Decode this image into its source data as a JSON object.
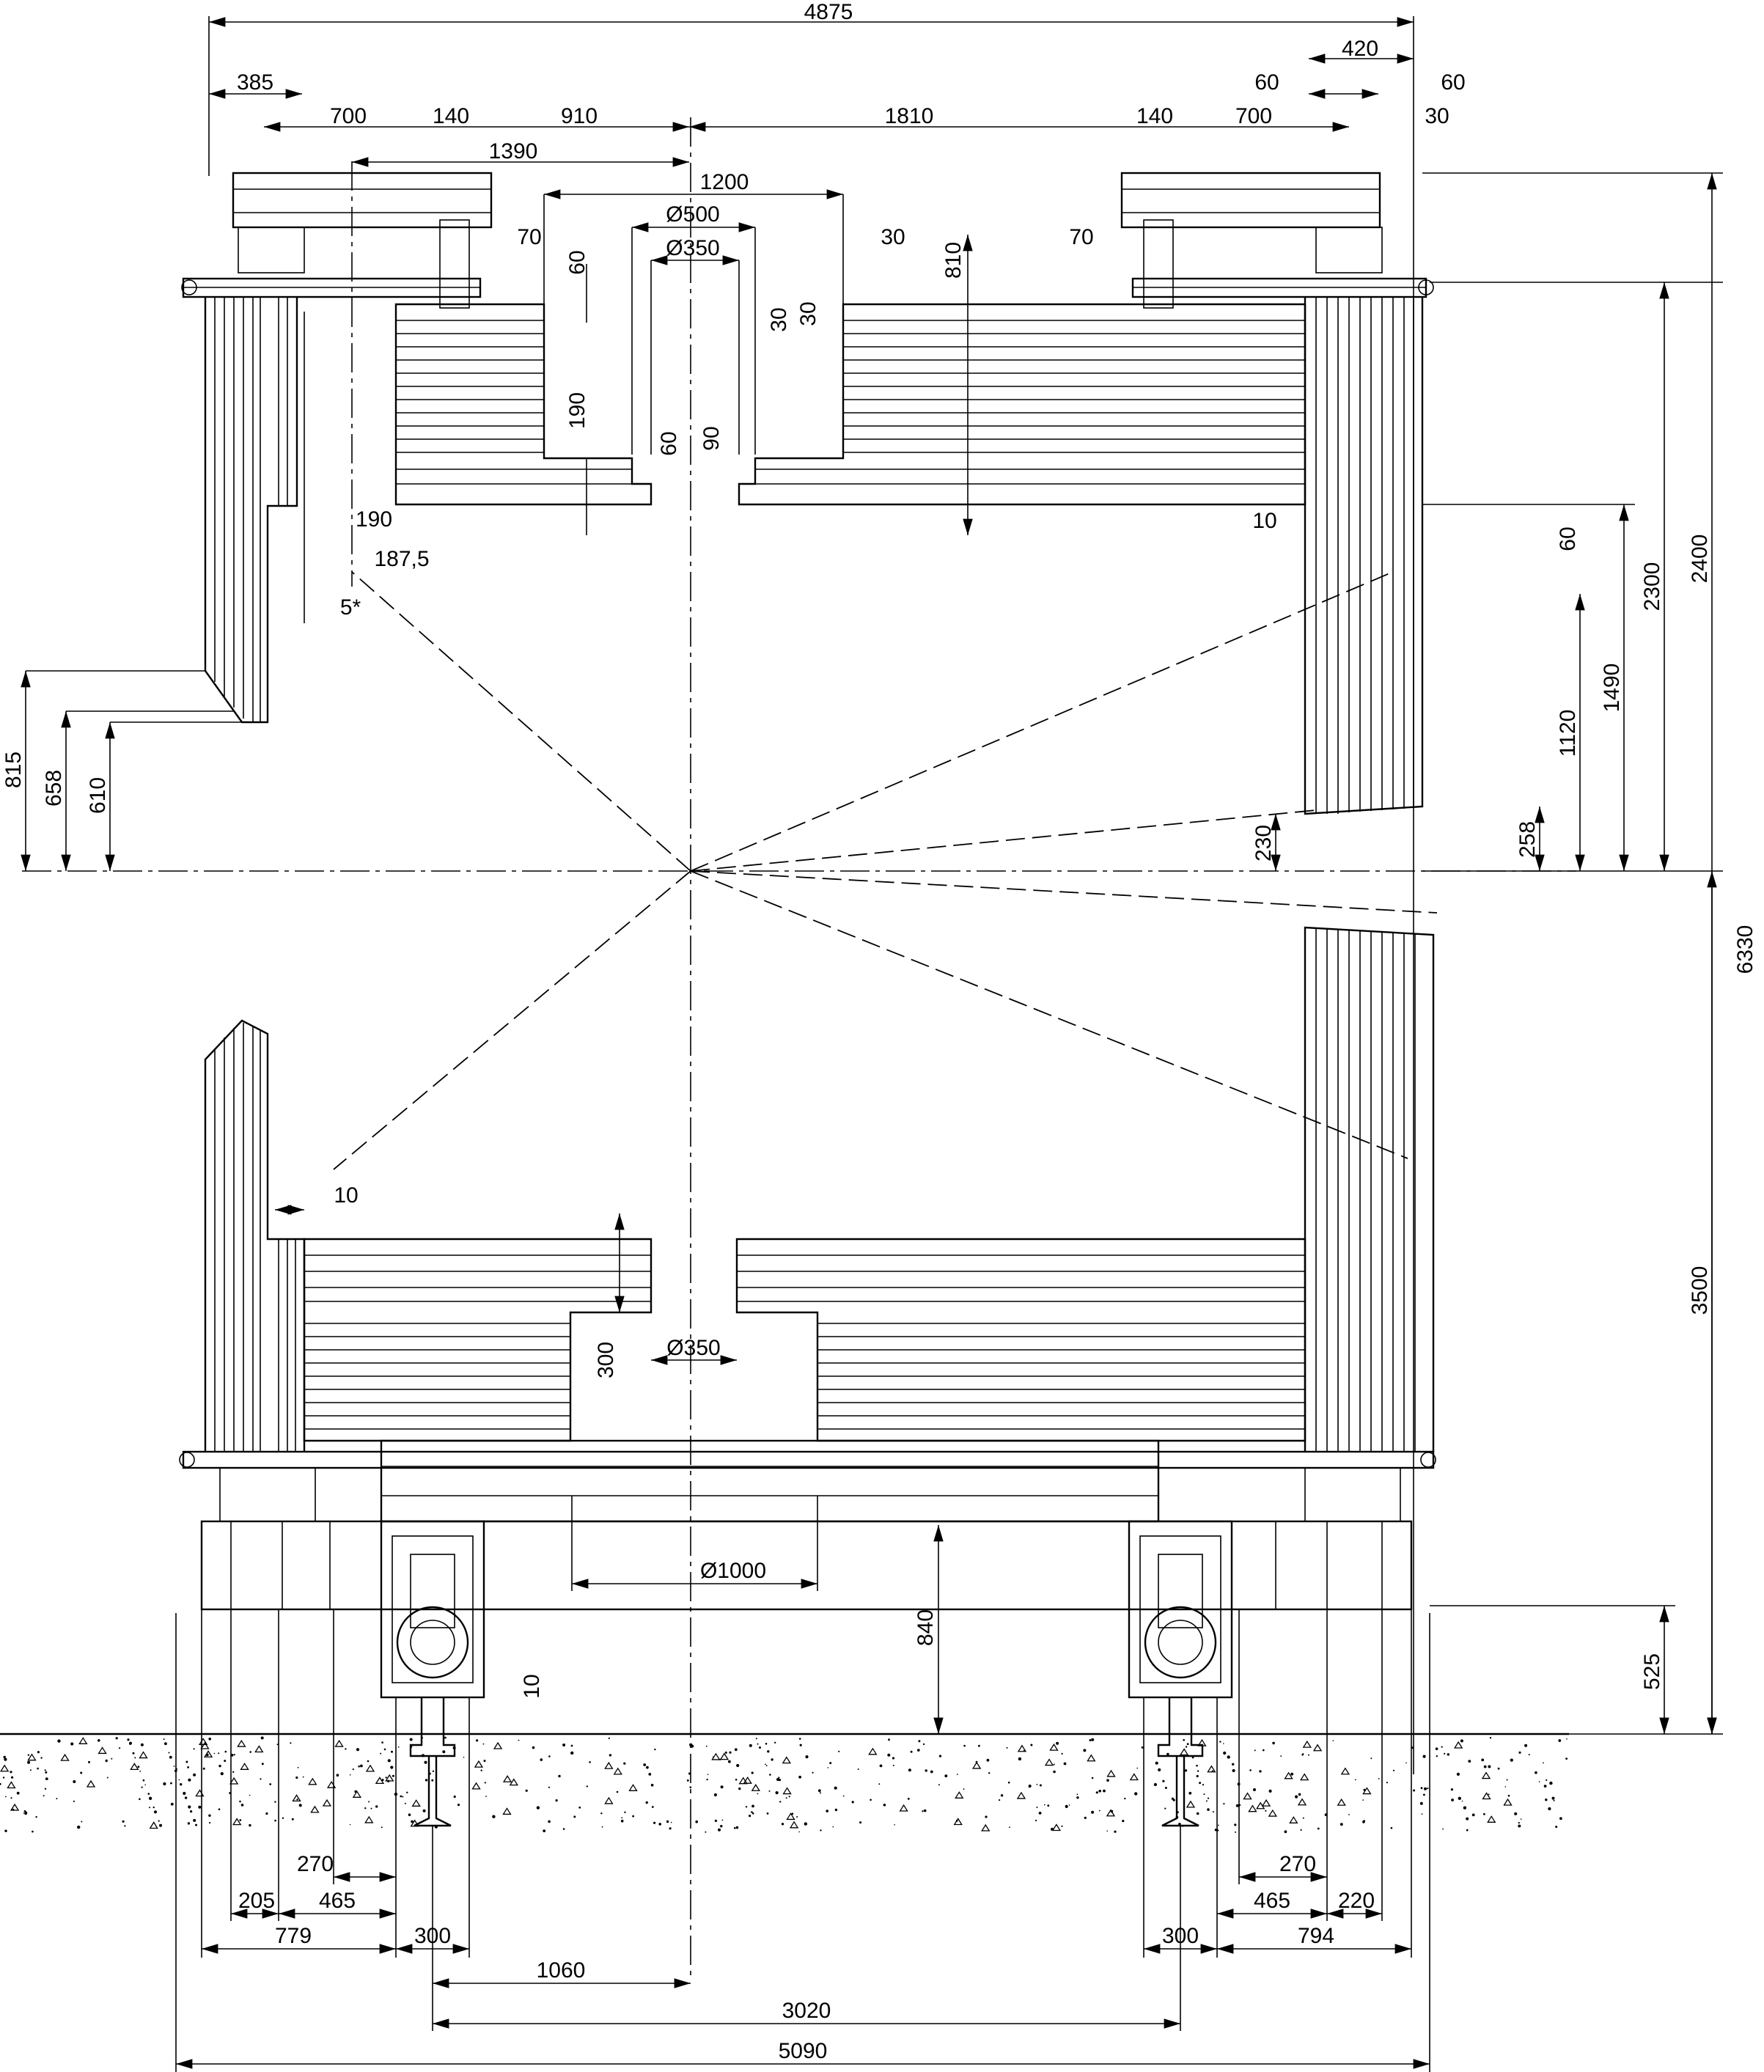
{
  "drawing": {
    "dimensions_top": [
      "4875",
      "385",
      "700",
      "140",
      "910",
      "1810",
      "140",
      "700",
      "420",
      "60",
      "60",
      "30",
      "1390",
      "1200",
      "Ø500",
      "Ø350",
      "70",
      "30",
      "70",
      "60",
      "190",
      "60",
      "90",
      "30",
      "30",
      "810"
    ],
    "dimensions_left": [
      "190",
      "187,5",
      "5*",
      "815",
      "658",
      "610",
      "10",
      "300",
      "Ø350"
    ],
    "dimensions_right": [
      "10",
      "60",
      "1120",
      "1490",
      "2300",
      "2400",
      "6330",
      "230",
      "258",
      "3500",
      "525",
      "840",
      "Ø1000",
      "10"
    ],
    "dimensions_bottom": [
      "270",
      "205",
      "465",
      "779",
      "300",
      "1060",
      "3020",
      "5090",
      "270",
      "465",
      "220",
      "300",
      "794"
    ]
  }
}
